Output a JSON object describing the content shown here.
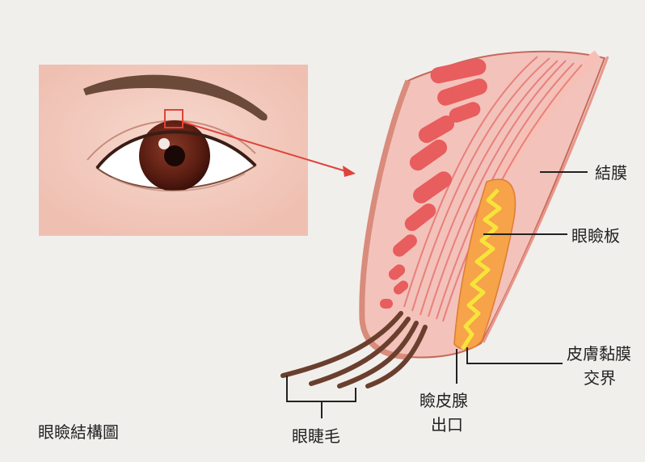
{
  "labels": {
    "conjunctiva": "結膜",
    "tarsal_plate": "眼瞼板",
    "mucocutaneous_junction_line1": "皮膚黏膜",
    "mucocutaneous_junction_line2": "交界",
    "meibomian_orifice_line1": "瞼皮腺",
    "meibomian_orifice_line2": "出口",
    "eyelashes": "眼睫毛",
    "caption": "眼瞼結構圖"
  },
  "colors": {
    "background": "#f1efec",
    "skin_panel": "#f2cbbf",
    "tissue": "#f0b3ad",
    "muscle": "#e85d5d",
    "tarsal_plate": "#f6a34a",
    "gland": "#f7e43a",
    "pointer_arrow": "#e0423a",
    "leader_line": "#222222"
  }
}
